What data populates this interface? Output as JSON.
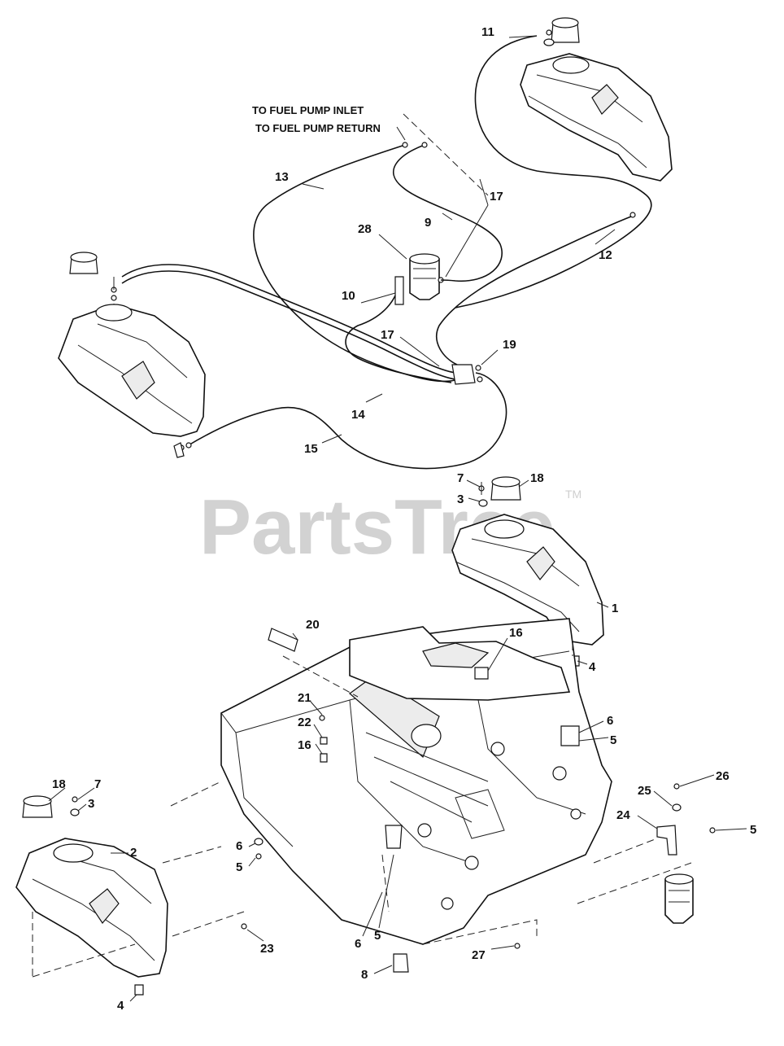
{
  "watermark": {
    "text": "PartsTree",
    "trademark": "TM"
  },
  "notes": {
    "to_fuel_pump_inlet": "TO FUEL PUMP INLET",
    "to_fuel_pump_return": "TO FUEL PUMP RETURN"
  },
  "callouts": {
    "c11": "11",
    "c13": "13",
    "c17a": "17",
    "c9": "9",
    "c28": "28",
    "c12": "12",
    "c10": "10",
    "c17b": "17",
    "c19": "19",
    "c14": "14",
    "c15": "15",
    "c7a": "7",
    "c18a": "18",
    "c3a": "3",
    "c1": "1",
    "c20": "20",
    "c16a": "16",
    "c4a": "4",
    "c21": "21",
    "c22": "22",
    "c16b": "16",
    "c6a": "6",
    "c5a": "5",
    "c26": "26",
    "c25": "25",
    "c24": "24",
    "c5b": "5",
    "c18b": "18",
    "c7b": "7",
    "c3b": "3",
    "c2": "2",
    "c6b": "6",
    "c5c": "5",
    "c23": "23",
    "c6c": "6",
    "c5d": "5",
    "c27": "27",
    "c8": "8",
    "c4b": "4"
  }
}
